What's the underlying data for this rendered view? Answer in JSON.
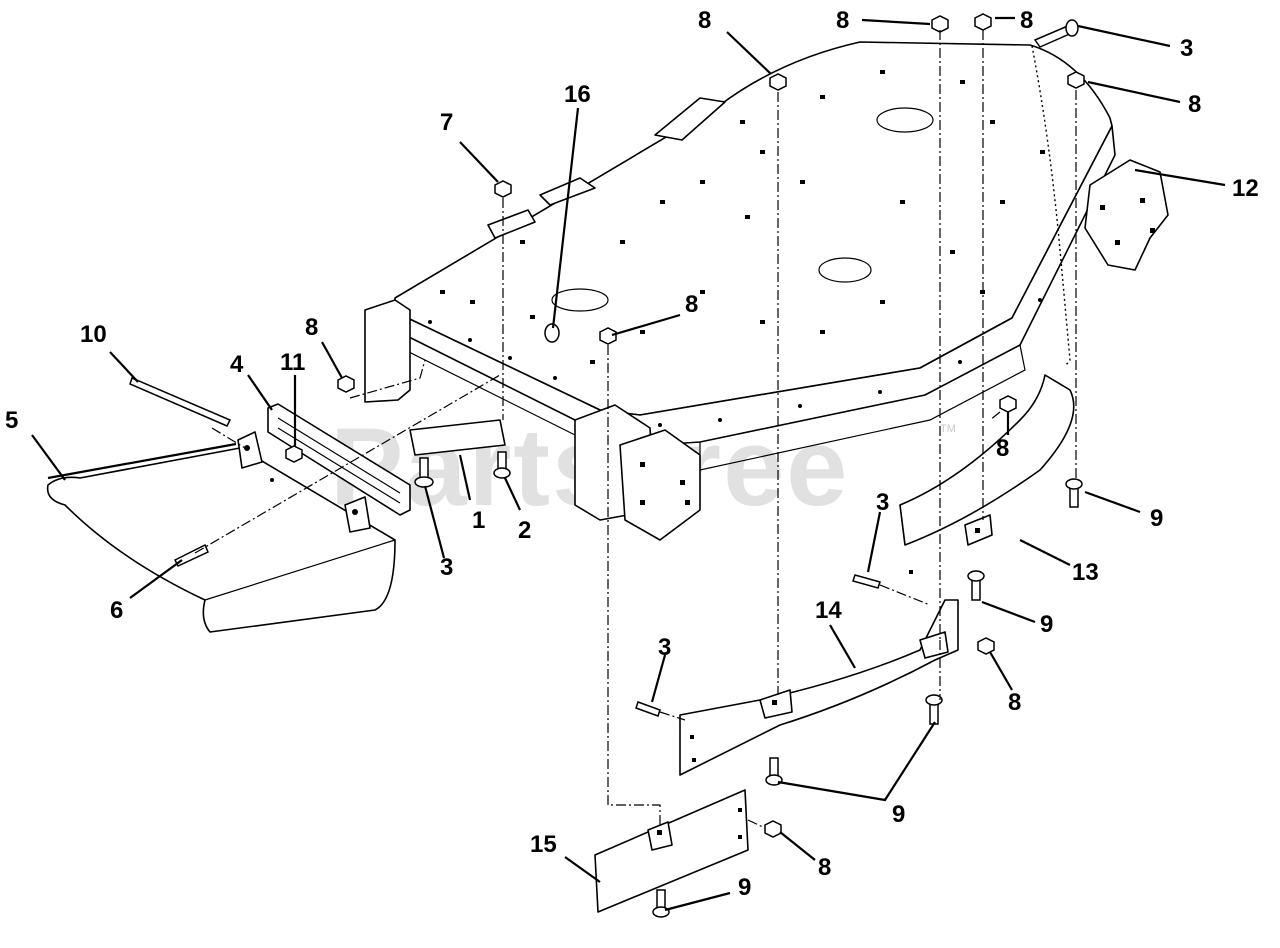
{
  "diagram": {
    "watermark": "PartsTree",
    "watermark_tm": "TM",
    "callouts": [
      "8",
      "8",
      "8",
      "3",
      "8",
      "16",
      "7",
      "12",
      "8",
      "8",
      "10",
      "4",
      "11",
      "5",
      "1",
      "2",
      "3",
      "8",
      "9",
      "3",
      "13",
      "6",
      "14",
      "9",
      "3",
      "8",
      "9",
      "15",
      "8",
      "9"
    ]
  }
}
